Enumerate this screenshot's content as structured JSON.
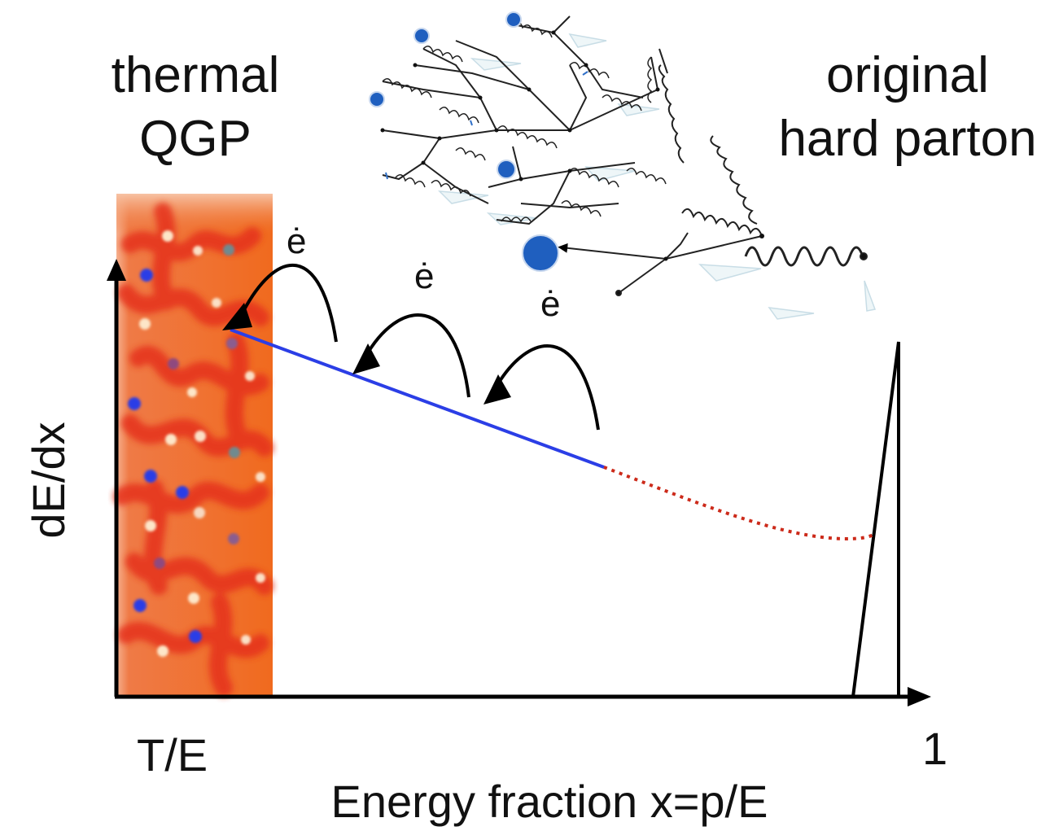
{
  "labels": {
    "thermal_line1": "thermal",
    "thermal_line2": "QGP",
    "original_line1": "original",
    "original_line2": "hard parton",
    "y_axis": "dE/dx",
    "x_axis": "Energy fraction x=p/E",
    "x_tick_left": "T/E",
    "x_tick_right": "1",
    "arrow_label": "ė"
  },
  "colors": {
    "axis": "#000000",
    "blue_line": "#2b3ee6",
    "red_dotted": "#cc2a1a",
    "qgp_orange": "#f06a1e",
    "qgp_red": "#e8361c",
    "parton_blue": "#1f5fbf"
  },
  "icons": {
    "y_arrowhead": "triangle-up",
    "x_arrowhead": "triangle-right",
    "cascade_arrows": "curved-arrow-left",
    "gluon": "coil",
    "quark": "dot"
  }
}
